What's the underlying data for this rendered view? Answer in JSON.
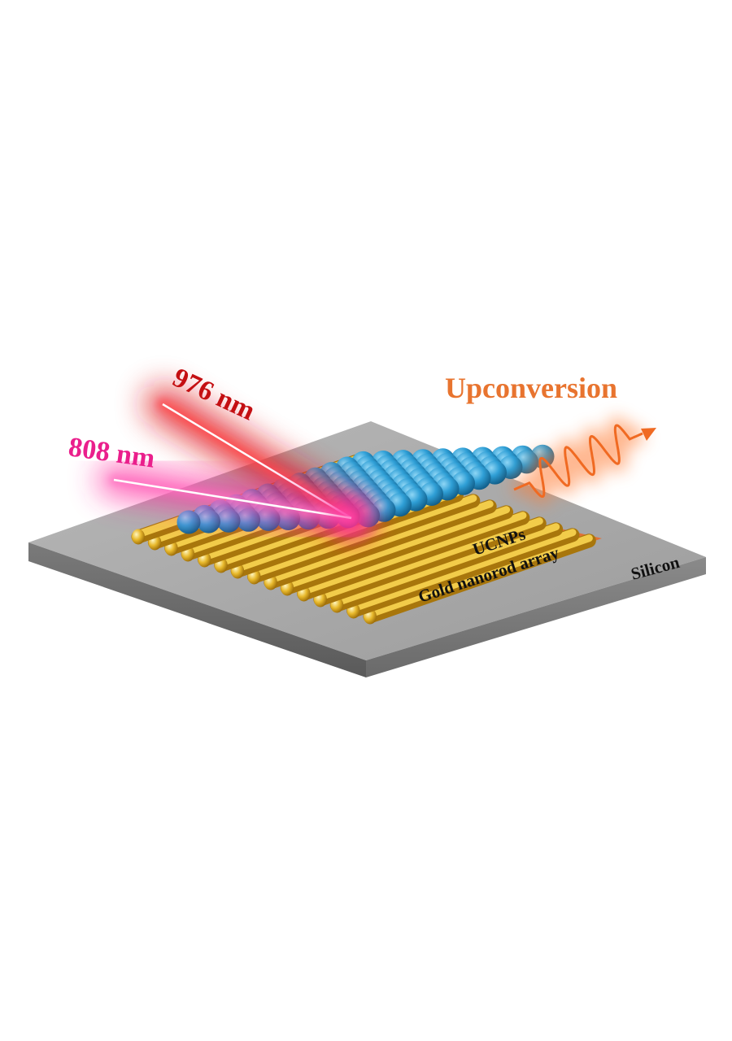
{
  "labels": {
    "laser_976": "976 nm",
    "laser_808": "808 nm",
    "upconversion": "Upconversion",
    "ucnps": "UCNPs",
    "gold_array": "Gold nanorod array",
    "substrate": "Silicon"
  },
  "colors": {
    "laser_976": "#c40f12",
    "laser_808": "#ea1f8c",
    "upconversion": "#e8742f",
    "ucnp": "#2f9fd6",
    "gold": "#e8b92c",
    "gold_film": "#e86a2a",
    "substrate_top": "#a8a8a8",
    "substrate_side": "#6d6d6d"
  }
}
